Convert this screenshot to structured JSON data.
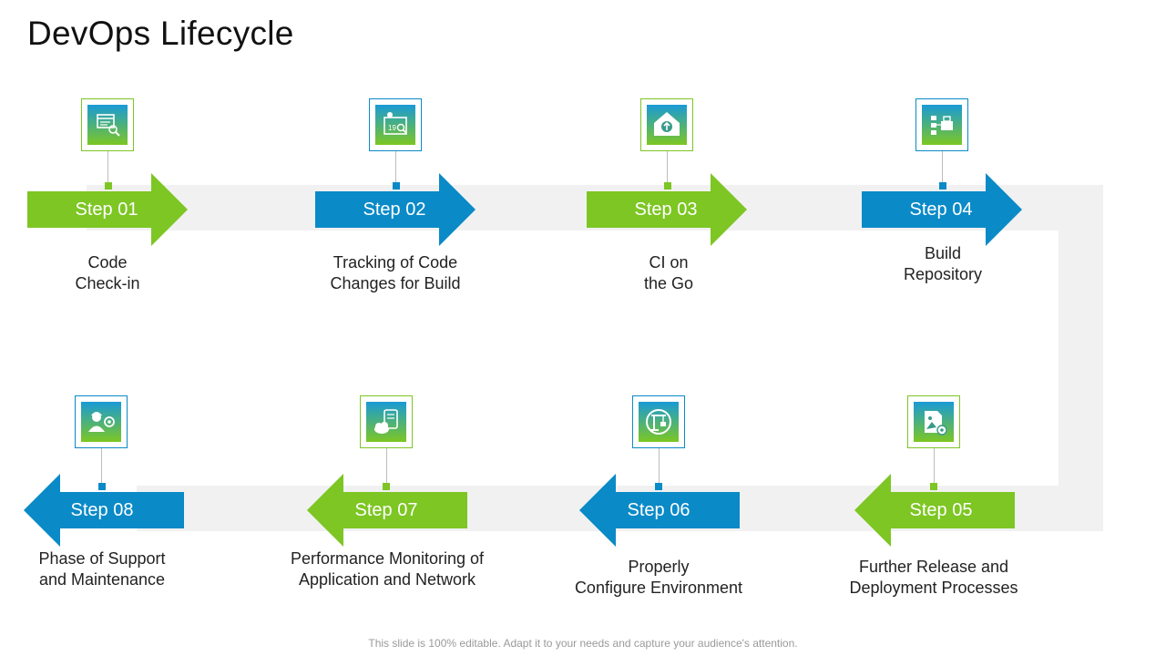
{
  "title": "DevOps Lifecycle",
  "colors": {
    "green": "#7dc623",
    "blue": "#0a8ac7",
    "band": "#f1f1f1"
  },
  "steps": [
    {
      "label": "Step 01",
      "desc1": "Code",
      "desc2": "Check-in",
      "icon": "code-review-icon"
    },
    {
      "label": "Step 02",
      "desc1": "Tracking of Code",
      "desc2": "Changes for Build",
      "icon": "calendar-search-icon"
    },
    {
      "label": "Step 03",
      "desc1": "CI on",
      "desc2": "the Go",
      "icon": "home-upload-icon"
    },
    {
      "label": "Step 04",
      "desc1": "Build",
      "desc2": "Repository",
      "icon": "repository-icon"
    },
    {
      "label": "Step 05",
      "desc1": "Further Release and",
      "desc2": "Deployment Processes",
      "icon": "file-settings-icon"
    },
    {
      "label": "Step 06",
      "desc1": "Properly",
      "desc2": "Configure Environment",
      "icon": "crane-icon"
    },
    {
      "label": "Step 07",
      "desc1": "Performance Monitoring of",
      "desc2": "Application and Network",
      "icon": "cloud-monitor-icon"
    },
    {
      "label": "Step 08",
      "desc1": "Phase of Support",
      "desc2": "and Maintenance",
      "icon": "support-engineer-icon"
    }
  ],
  "footer": "This slide is 100% editable. Adapt it to your needs and capture your audience's attention."
}
